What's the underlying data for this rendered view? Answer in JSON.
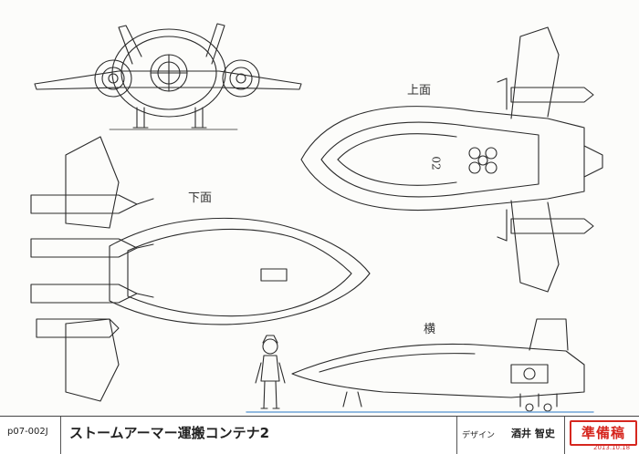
{
  "labels": {
    "top_view": "上面",
    "bottom_view": "下面",
    "side_view": "横"
  },
  "hull_marking": "02",
  "footer": {
    "sheet_id": "p07-002J",
    "title": "ストームアーマー運搬コンテナ2",
    "design_label": "デザイン",
    "designer": "酒井 智史",
    "stamp": "準備稿",
    "stamp_date": "2013.10.18"
  },
  "colors": {
    "line": "#2b2b2b",
    "stamp": "#d6271f",
    "ground_line": "#6fa3d8"
  }
}
